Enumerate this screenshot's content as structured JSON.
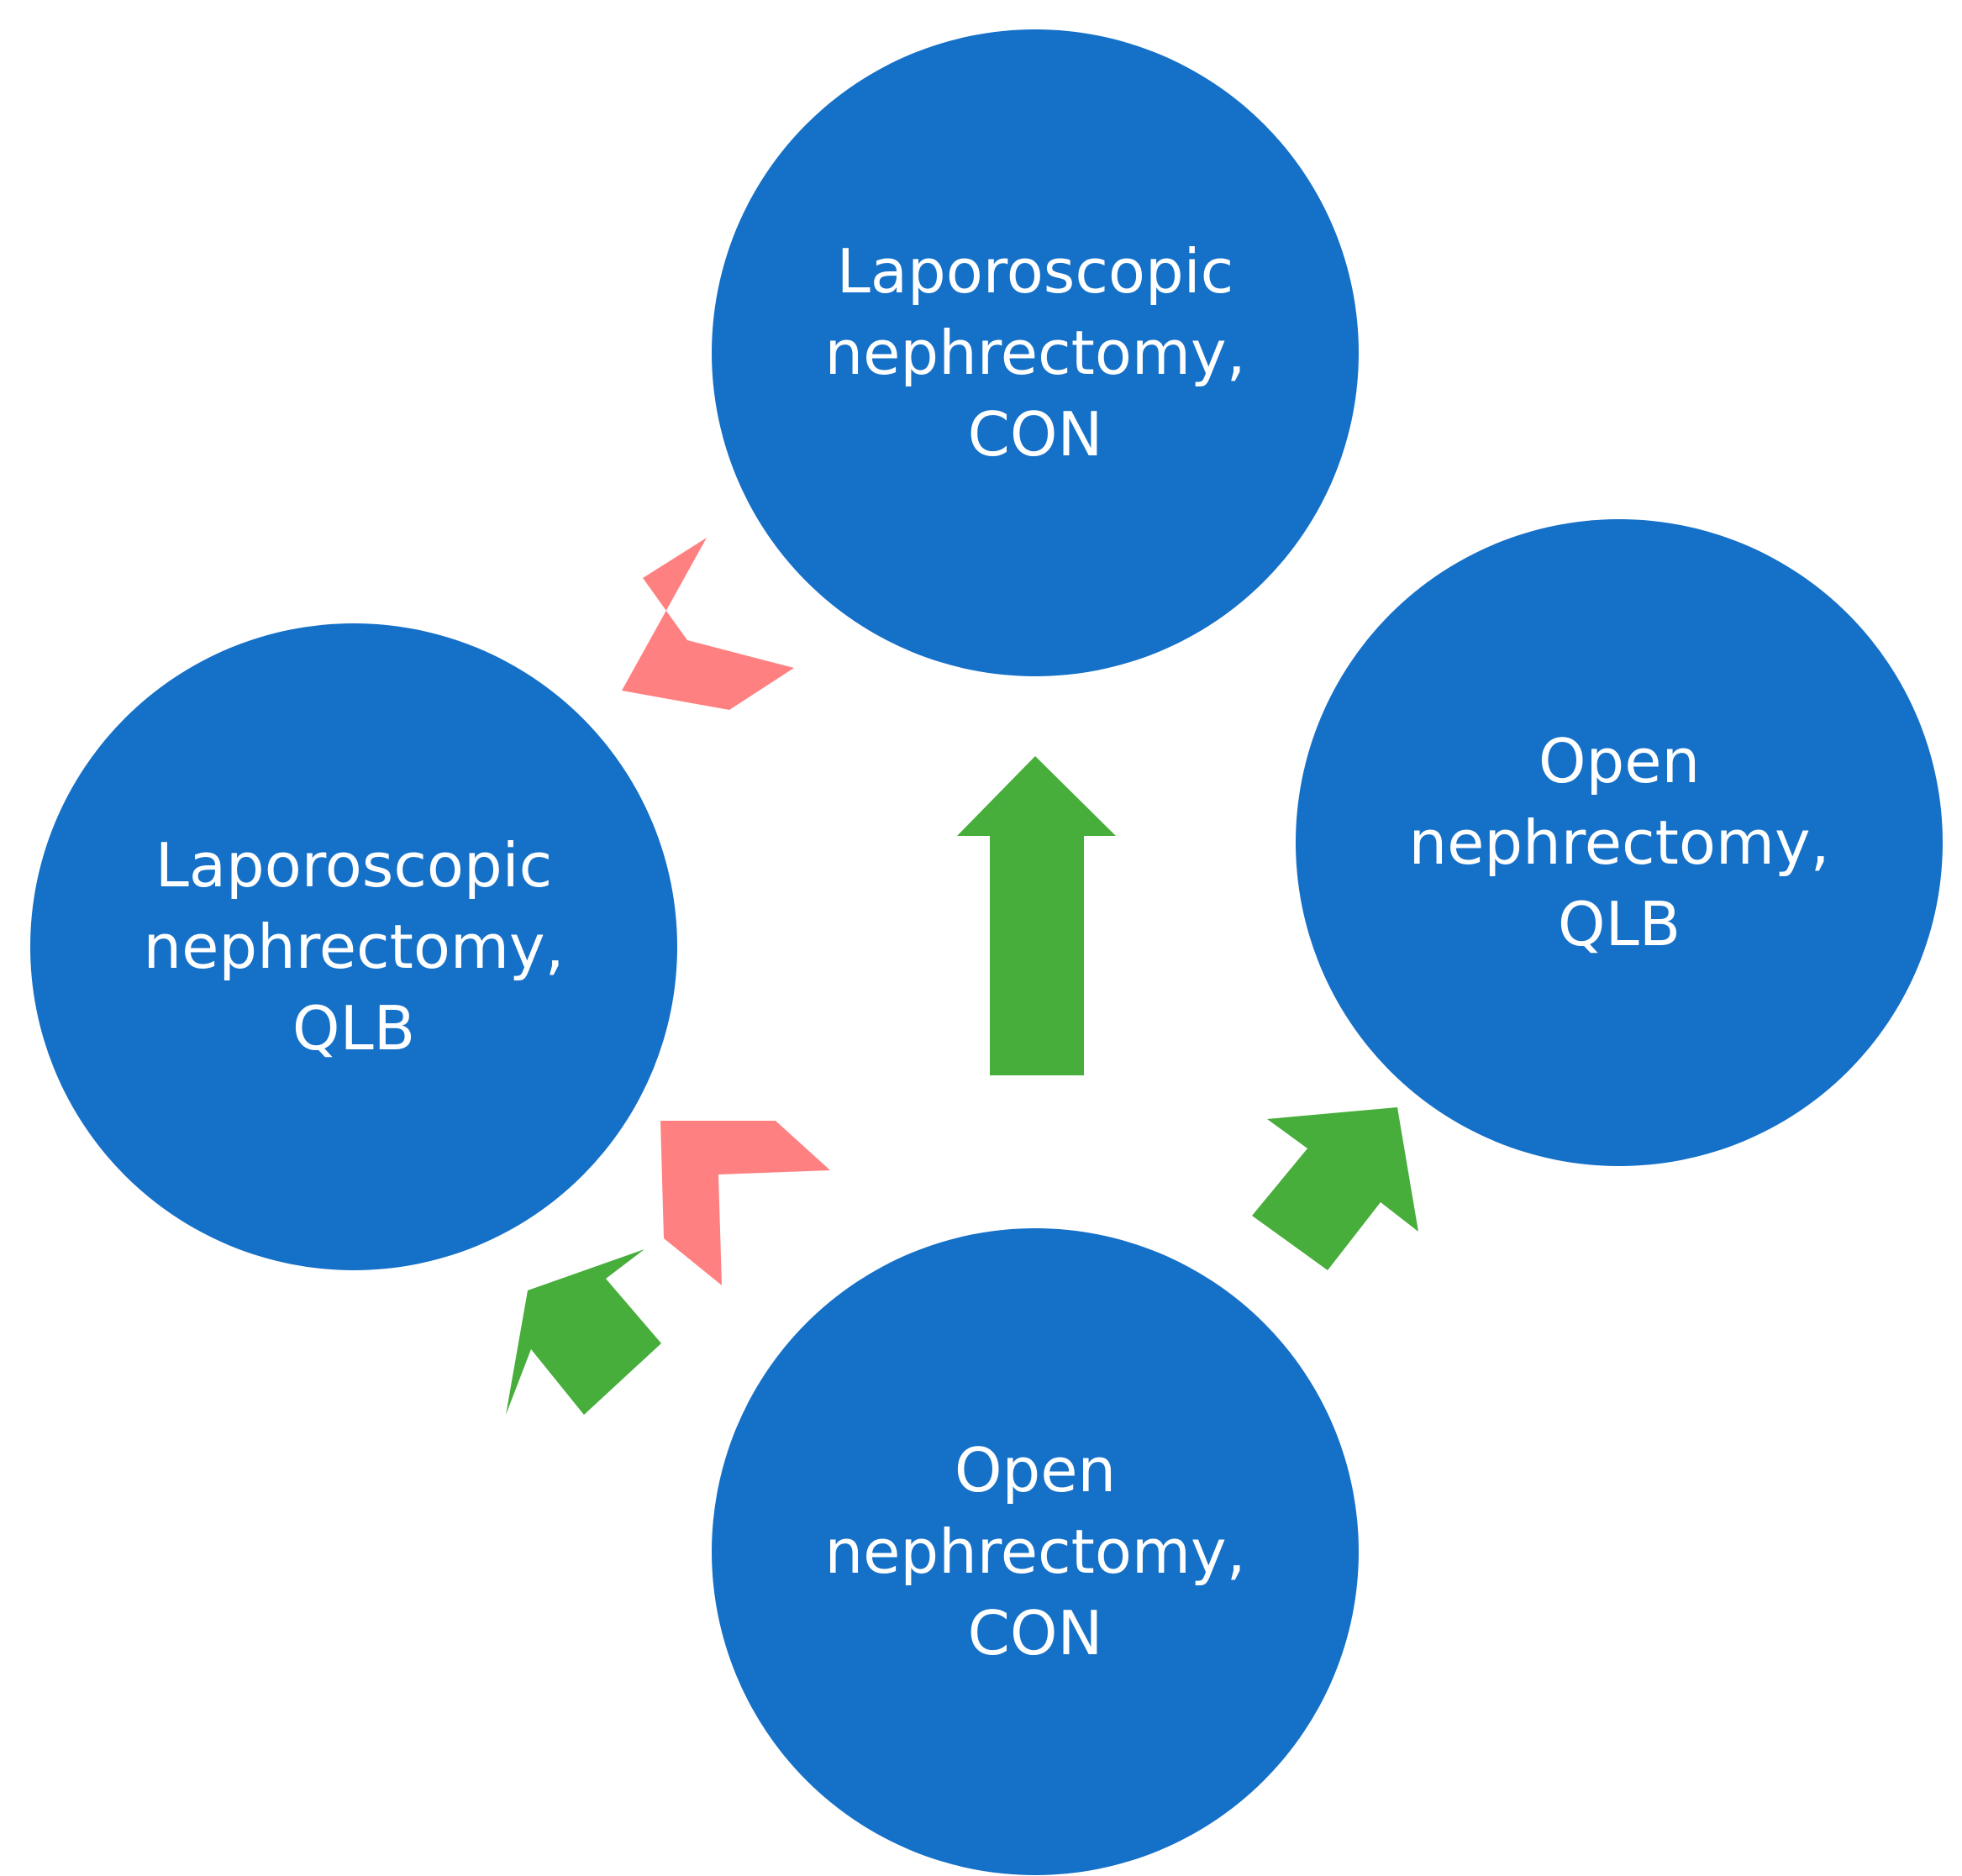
{
  "colors": {
    "node_fill": "#1570C8",
    "node_text": "#FFFFFF",
    "positive_arrow": "#47AD3B",
    "negative_arrow": "#FF8080",
    "background": "#FFFFFF"
  },
  "nodes": {
    "laparoscopic_con": {
      "label": "Laporoscopic\nnephrectomy,\nCON"
    },
    "laparoscopic_qlb": {
      "label": "Laporoscopic\nnephrectomy,\nQLB"
    },
    "open_qlb": {
      "label": "Open\nnephrectomy,\nQLB"
    },
    "open_con": {
      "label": "Open\nnephrectomy,\nCON"
    }
  },
  "arrows": [
    {
      "id": "green-up",
      "color": "positive_arrow",
      "style": "block-arrow",
      "direction": "up"
    },
    {
      "id": "green-open-qlb",
      "color": "positive_arrow",
      "style": "block-arrow",
      "direction": "up-right"
    },
    {
      "id": "green-lap-qlb",
      "color": "positive_arrow",
      "style": "block-arrow",
      "direction": "up-left"
    },
    {
      "id": "red-chevron-top",
      "color": "negative_arrow",
      "style": "chevron",
      "direction": "down-left"
    },
    {
      "id": "red-chevron-bottom",
      "color": "negative_arrow",
      "style": "chevron",
      "direction": "up-left"
    }
  ]
}
